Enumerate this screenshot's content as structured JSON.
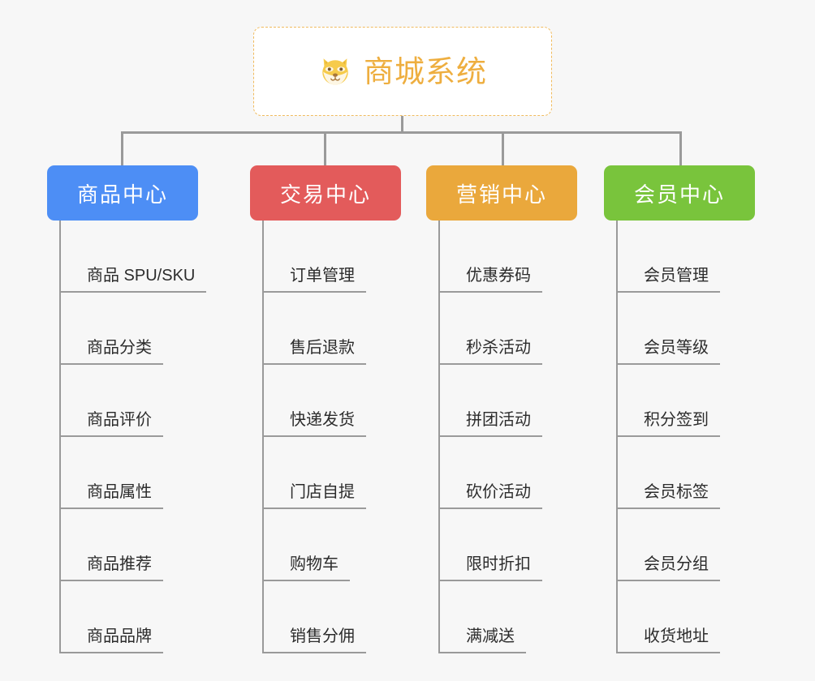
{
  "root": {
    "title": "商城系统",
    "icon": "shiba-dog-face-emoji",
    "border_color": "#f0bb5e",
    "text_color": "#eeae3f",
    "background": "#ffffff"
  },
  "canvas": {
    "background": "#f7f7f7",
    "connector_color": "#9a9a9a"
  },
  "branches": [
    {
      "label": "商品中心",
      "color": "#4d8ef5",
      "items": [
        "商品 SPU/SKU",
        "商品分类",
        "商品评价",
        "商品属性",
        "商品推荐",
        "商品品牌"
      ]
    },
    {
      "label": "交易中心",
      "color": "#e35b5b",
      "items": [
        "订单管理",
        "售后退款",
        "快递发货",
        "门店自提",
        "购物车",
        "销售分佣"
      ]
    },
    {
      "label": "营销中心",
      "color": "#eaa83c",
      "items": [
        "优惠券码",
        "秒杀活动",
        "拼团活动",
        "砍价活动",
        "限时折扣",
        "满减送"
      ]
    },
    {
      "label": "会员中心",
      "color": "#79c43c",
      "items": [
        "会员管理",
        "会员等级",
        "积分签到",
        "会员标签",
        "会员分组",
        "收货地址"
      ]
    }
  ]
}
